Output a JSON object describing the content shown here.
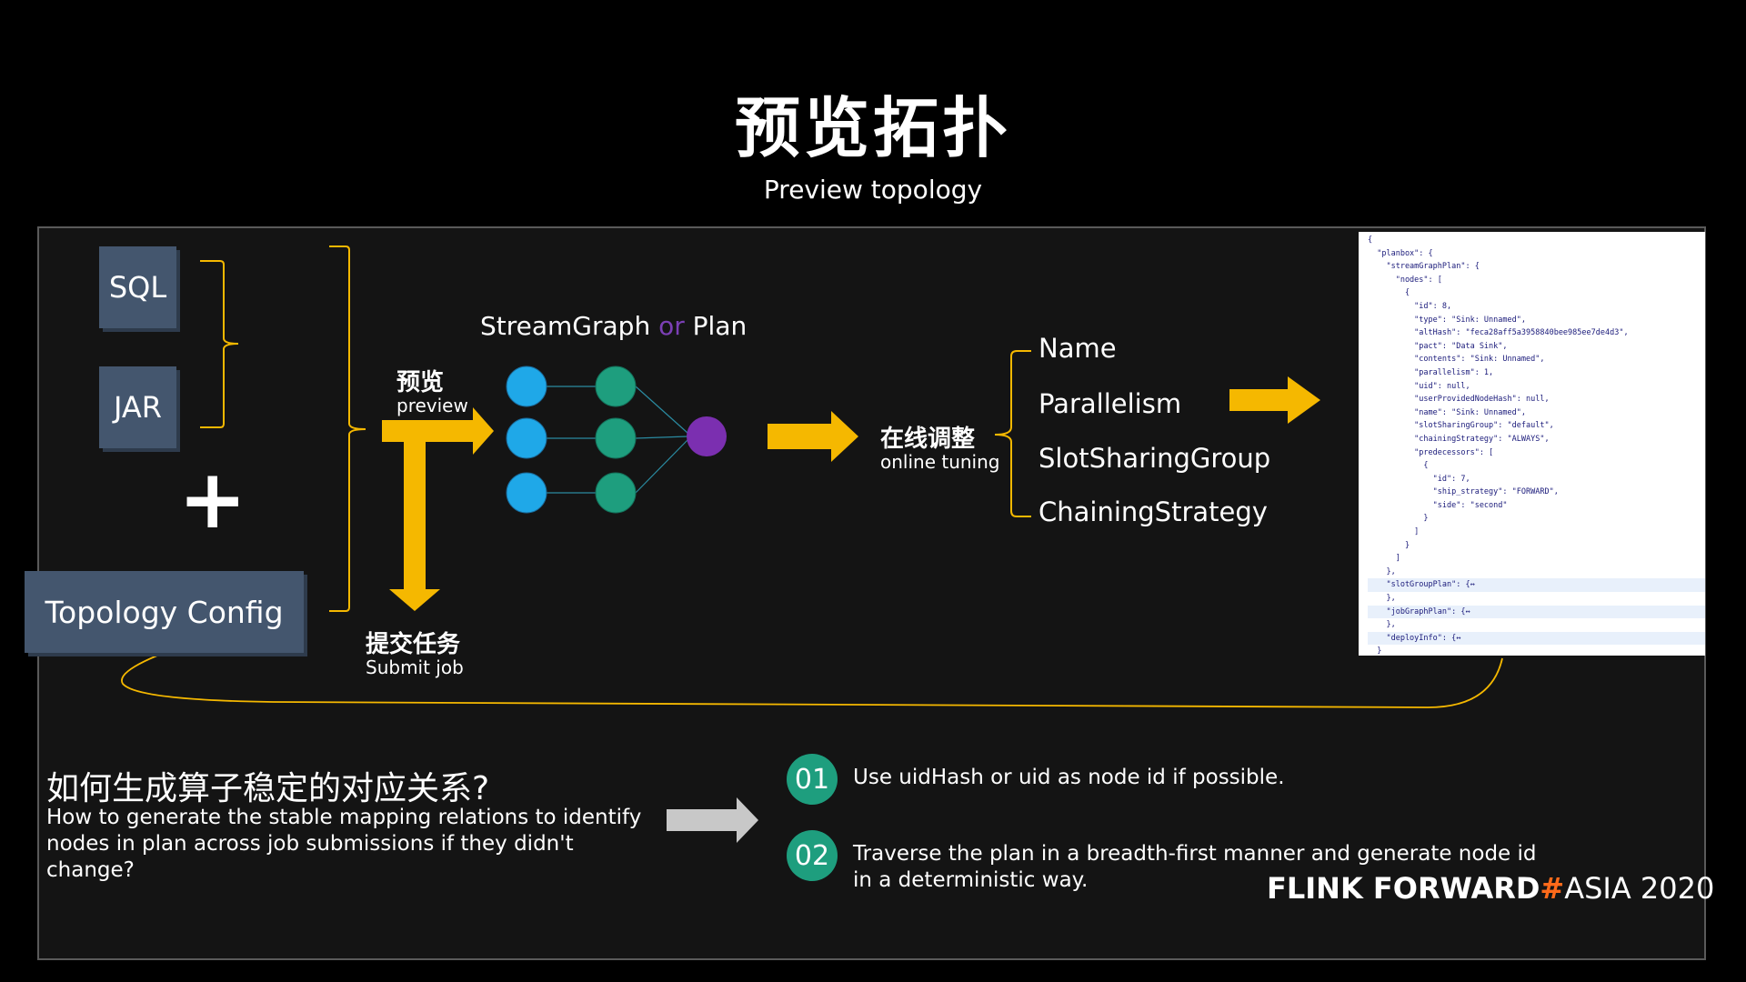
{
  "title": "预览拓扑",
  "subtitle": "Preview topology",
  "inputs": {
    "sql": "SQL",
    "jar": "JAR",
    "plus": "+",
    "topology_config": "Topology Config"
  },
  "graph": {
    "label_main": "StreamGraph",
    "label_or": "or",
    "label_plan": "Plan"
  },
  "preview": {
    "zh": "预览",
    "en": "preview"
  },
  "submit": {
    "zh": "提交任务",
    "en": "Submit job"
  },
  "tuning": {
    "zh": "在线调整",
    "en": "online tuning"
  },
  "properties": [
    "Name",
    "Parallelism",
    "SlotSharingGroup",
    "ChainingStrategy"
  ],
  "json_lines": [
    "{",
    "  \"planbox\": {",
    "    \"streamGraphPlan\": {",
    "      \"nodes\": [",
    "        {",
    "          \"id\": 8,",
    "          \"type\": \"Sink: Unnamed\",",
    "          \"altHash\": \"feca28aff5a3958840bee985ee7de4d3\",",
    "          \"pact\": \"Data Sink\",",
    "          \"contents\": \"Sink: Unnamed\",",
    "          \"parallelism\": 1,",
    "          \"uid\": null,",
    "          \"userProvidedNodeHash\": null,",
    "          \"name\": \"Sink: Unnamed\",",
    "          \"slotSharingGroup\": \"default\",",
    "          \"chainingStrategy\": \"ALWAYS\",",
    "          \"predecessors\": [",
    "            {",
    "              \"id\": 7,",
    "              \"ship_strategy\": \"FORWARD\",",
    "              \"side\": \"second\"",
    "            }",
    "          ]",
    "        }",
    "      ]",
    "    },",
    "    \"slotGroupPlan\": {↔",
    "    },",
    "    \"jobGraphPlan\": {↔",
    "    },",
    "    \"deployInfo\": {↔",
    "  }"
  ],
  "question": {
    "zh": "如何生成算子稳定的对应关系?",
    "en": "How to generate the stable mapping relations to identify nodes in plan across job submissions if they didn't change?"
  },
  "answers": [
    {
      "num": "01",
      "text": "Use uidHash or uid as node id if possible."
    },
    {
      "num": "02",
      "text": "Traverse the plan in a breadth-first manner and generate node id in a deterministic way."
    }
  ],
  "brand": {
    "flink": "FLINK",
    "forward": "FORWARD",
    "hash": "#",
    "asia": "ASIA 2020"
  },
  "colors": {
    "arrow": "#f5b800",
    "node_blue": "#1fa8e8",
    "node_green": "#1e9e7e",
    "node_purple": "#7b2fb0",
    "box": "#44566e",
    "gray_arrow": "#c8c8c8"
  }
}
